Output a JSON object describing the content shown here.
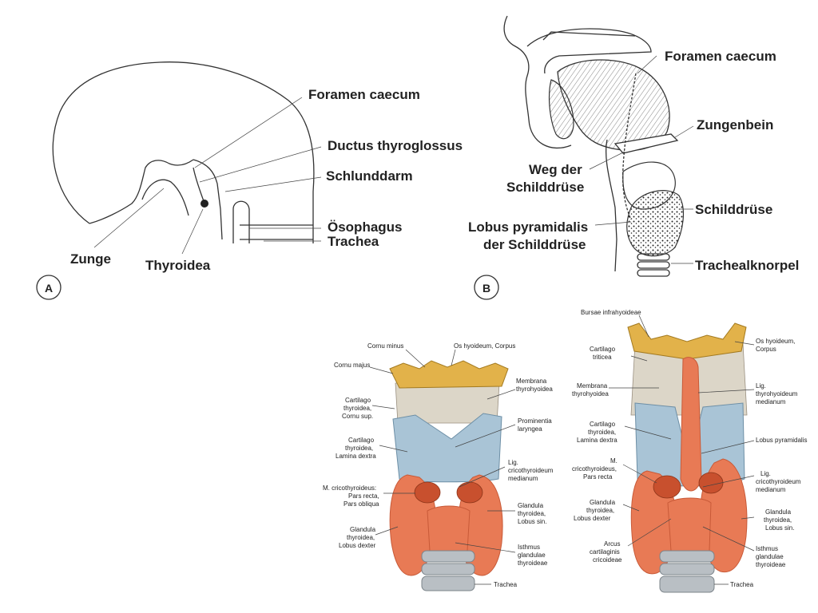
{
  "panel_a": {
    "marker": "A",
    "labels": {
      "foramen": "Foramen caecum",
      "ductus": "Ductus thyroglossus",
      "schlunddarm": "Schlunddarm",
      "oesophagus": "Ösophagus",
      "trachea": "Trachea",
      "zunge": "Zunge",
      "thyroidea": "Thyroidea"
    }
  },
  "panel_b": {
    "marker": "B",
    "labels": {
      "foramen": "Foramen caecum",
      "zungenbein": "Zungenbein",
      "weg_1": "Weg der",
      "weg_2": "Schilddrüse",
      "schilddruese": "Schilddrüse",
      "lobus_1": "Lobus pyramidalis",
      "lobus_2": "der Schilddrüse",
      "trachealknorpel": "Trachealknorpel"
    }
  },
  "panel_c": {
    "labels": {
      "cornu_minus": "Cornu minus",
      "os_hyoideum": "Os hyoideum, Corpus",
      "cornu_majus": "Cornu majus",
      "membrana_1": "Membrana",
      "membrana_2": "thyrohyoidea",
      "cart_sup_1": "Cartilago",
      "cart_sup_2": "thyroidea,",
      "cart_sup_3": "Cornu sup.",
      "prominentia_1": "Prominentia",
      "prominentia_2": "laryngea",
      "cart_lam_1": "Cartilago",
      "cart_lam_2": "thyroidea,",
      "cart_lam_3": "Lamina dextra",
      "lig_1": "Lig.",
      "lig_2": "cricothyroideum",
      "lig_3": "medianum",
      "m_crico_1": "M. cricothyroideus:",
      "m_crico_2": "Pars recta,",
      "m_crico_3": "Pars obliqua",
      "gl_sin_1": "Glandula",
      "gl_sin_2": "thyroidea,",
      "gl_sin_3": "Lobus sin.",
      "gl_dex_1": "Glandula",
      "gl_dex_2": "thyroidea,",
      "gl_dex_3": "Lobus dexter",
      "isthmus_1": "Isthmus",
      "isthmus_2": "glandulae",
      "isthmus_3": "thyroideae",
      "trachea": "Trachea"
    }
  },
  "panel_d": {
    "labels": {
      "bursae": "Bursae infrahyoideae",
      "os_1": "Os hyoideum,",
      "os_2": "Corpus",
      "triticea_1": "Cartilago",
      "triticea_2": "triticea",
      "membrana_1": "Membrana",
      "membrana_2": "thyrohyoidea",
      "lig_thyro_1": "Lig.",
      "lig_thyro_2": "thyrohyoideum",
      "lig_thyro_3": "medianum",
      "cart_lam_1": "Cartilago",
      "cart_lam_2": "thyroidea,",
      "cart_lam_3": "Lamina dextra",
      "lobus_pyr": "Lobus pyramidalis",
      "m_crico_1": "M.",
      "m_crico_2": "cricothyroideus,",
      "m_crico_3": "Pars recta",
      "lig_crico_1": "Lig.",
      "lig_crico_2": "cricothyroideum",
      "lig_crico_3": "medianum",
      "gl_dex_1": "Glandula",
      "gl_dex_2": "thyroidea,",
      "gl_dex_3": "Lobus dexter",
      "gl_sin_1": "Glandula",
      "gl_sin_2": "thyroidea,",
      "gl_sin_3": "Lobus sin.",
      "arcus_1": "Arcus",
      "arcus_2": "cartilaginis",
      "arcus_3": "cricoideae",
      "isthmus_1": "Isthmus",
      "isthmus_2": "glandulae",
      "isthmus_3": "thyroideae",
      "trachea": "Trachea"
    }
  },
  "colors": {
    "thyroid": "#e87a55",
    "thyroid_dark": "#c85a38",
    "cartilage": "#a9c4d6",
    "hyoid": "#e2b24a",
    "membrane": "#dcd6c8",
    "muscle": "#c8502e",
    "trachea": "#b9bfc4"
  }
}
